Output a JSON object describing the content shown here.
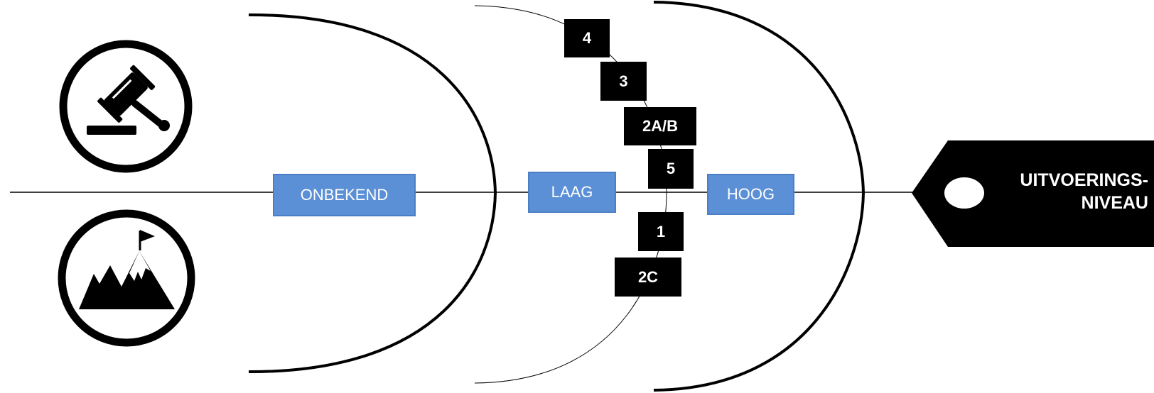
{
  "axis_label": {
    "line1": "UITVOERINGS-",
    "line2": "NIVEAU"
  },
  "zones": [
    {
      "id": "onbekend",
      "label": "ONBEKEND"
    },
    {
      "id": "laag",
      "label": "LAAG"
    },
    {
      "id": "hoog",
      "label": "HOOG"
    }
  ],
  "items": [
    "4",
    "3",
    "2A/B",
    "5",
    "1",
    "2C"
  ],
  "icons": {
    "top": "gavel-icon",
    "bottom": "mountain-flag-icon"
  },
  "colors": {
    "zone_fill": "#5b8fd6",
    "zone_border": "#4a7fc6",
    "box_fill": "#000000",
    "line": "#000000"
  }
}
